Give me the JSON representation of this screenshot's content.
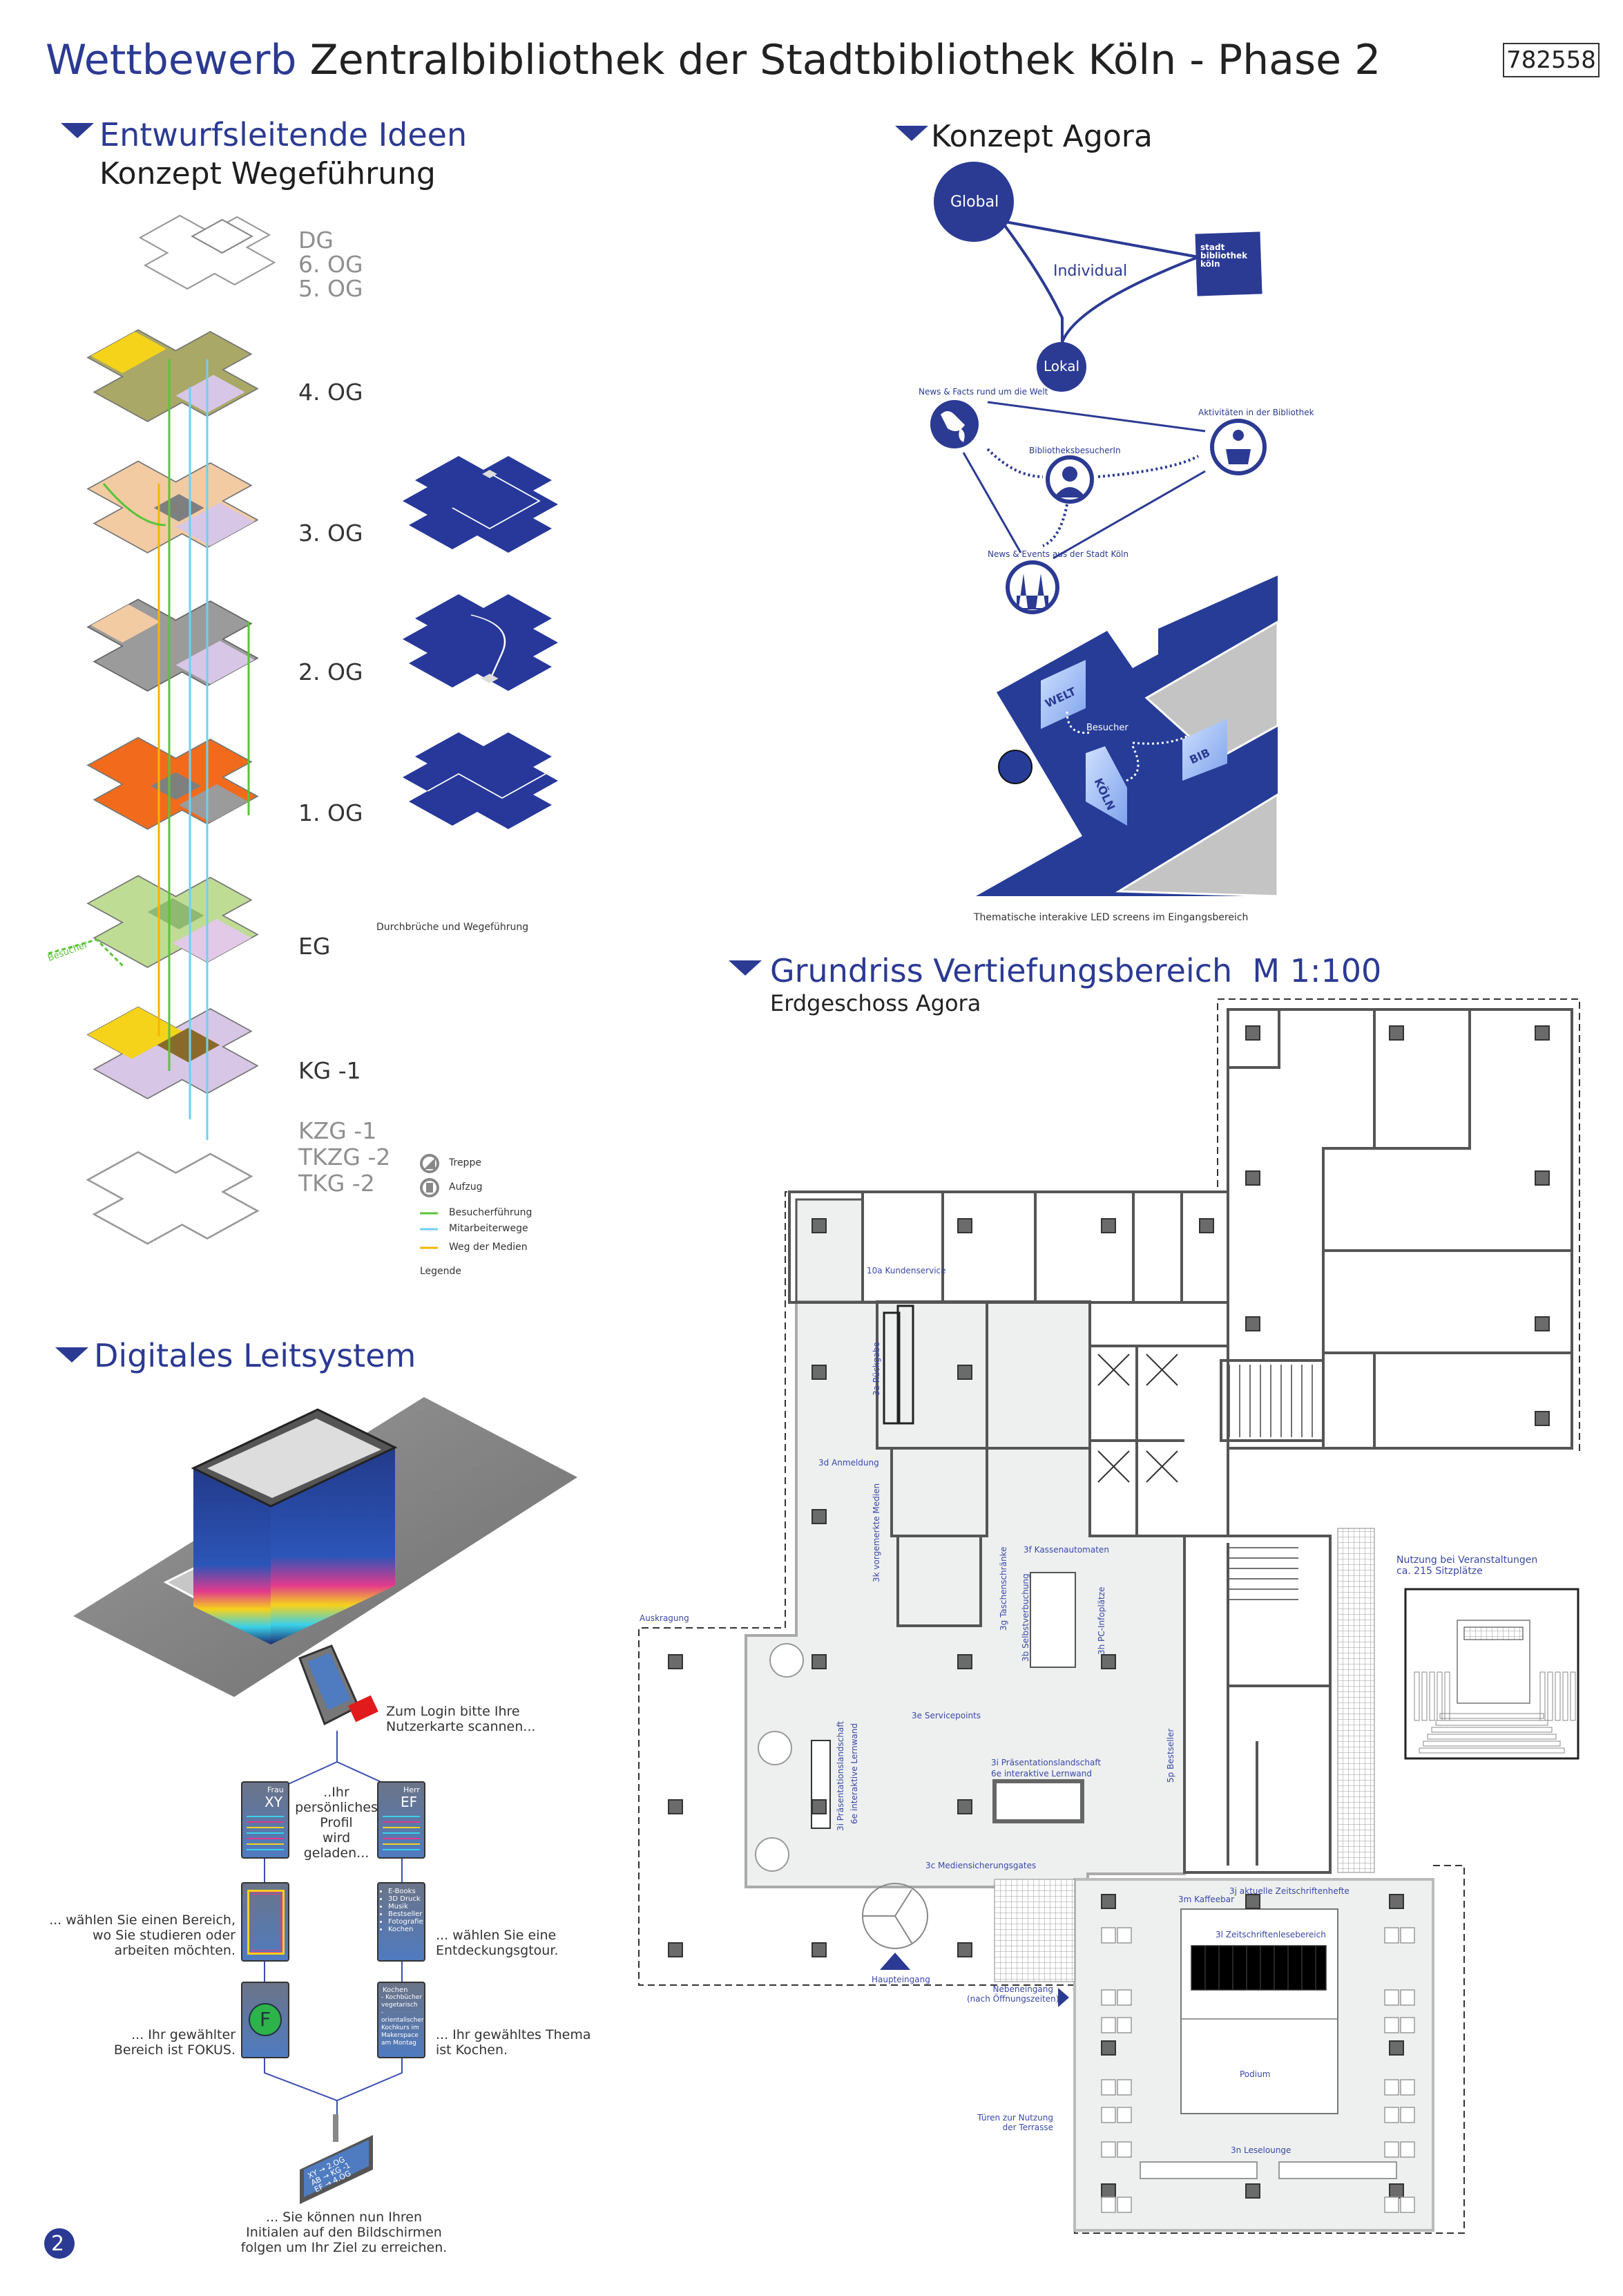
{
  "header": {
    "title_prefix": "Wettbewerb",
    "title_rest": "Zentralbibliothek der Stadtbibliothek Köln - Phase 2",
    "id_number": "782558"
  },
  "wegefuehrung": {
    "heading": "Entwurfsleitende Ideen",
    "subheading": "Konzept Wegeführung",
    "floors": [
      "DG",
      "6. OG",
      "5. OG",
      "4. OG",
      "3. OG",
      "2. OG",
      "1. OG",
      "EG",
      "KG -1",
      "KZG -1",
      "TKZG -2",
      "TKG -2"
    ],
    "side_label": "Besucher",
    "caption": "Durchbrüche und Wegeführung",
    "legend": {
      "items": [
        {
          "icon": "stairs-icon",
          "label": "Treppe"
        },
        {
          "icon": "elevator-icon",
          "label": "Aufzug"
        },
        {
          "color": "#5cc33a",
          "label": "Besucherführung"
        },
        {
          "color": "#6fd0f2",
          "label": "Mitarbeiterwege"
        },
        {
          "color": "#f7b500",
          "label": "Weg der Medien"
        }
      ],
      "title": "Legende"
    }
  },
  "agora": {
    "heading": "Konzept Agora",
    "nodes": {
      "global": "Global",
      "individual": "Individual",
      "lokal": "Lokal",
      "logo": "stadt bibliothek köln"
    },
    "icons": {
      "world": "News & Facts rund um die Welt",
      "visitor": "BibliotheksbesucherIn",
      "activities": "Aktivitäten in der Bibliothek",
      "city": "News & Events aus der Stadt Köln"
    },
    "screens": [
      "WELT",
      "KÖLN",
      "BIB"
    ],
    "visitors": "Besucher",
    "caption": "Thematische interakive LED screens im Eingangsbereich"
  },
  "grundriss": {
    "heading": "Grundriss Vertiefungsbereich",
    "scale": "M 1:100",
    "subheading": "Erdgeschoss Agora",
    "labels": {
      "kundenservice": "10a Kundenservice",
      "rueckgabe": "3a Rückgabe",
      "anmeldung": "3d Anmeldung",
      "vorgemerkt": "3k vorgemerkte Medien",
      "kassen": "3f Kassenautomaten",
      "taschen": "3g Taschenschränke",
      "selbst": "3b Selbstverbuchung",
      "pc": "3h PC-Infoplätze",
      "service": "3e Servicepoints",
      "auskragung": "Auskragung",
      "praes1": "3i Präsentationslandschaft",
      "praes2": "6e interaktive Lernwand",
      "bestseller": "5p Bestseller",
      "gates": "3c Mediensicherungsgates",
      "zeitschriften": "3j aktuelle Zeitschriftenhefte",
      "kaffee": "3m Kaffeebar",
      "lesebereich": "3l Zeitschriftenlesebereich",
      "haupteingang": "Haupteingang",
      "nebeneingang1": "Nebeneingang",
      "nebeneingang2": "(nach Öffnungszeiten)",
      "podium": "Podium",
      "terrasse1": "Türen zur Nutzung",
      "terrasse2": "der Terrasse",
      "leselounge": "3n Leselounge",
      "event1": "Nutzung bei Veranstaltungen",
      "event2": "ca. 215 Sitzplätze"
    }
  },
  "leitsystem": {
    "heading": "Digitales Leitsystem",
    "login": [
      "Zum Login bitte Ihre",
      "Nutzerkarte scannen..."
    ],
    "profile": [
      "..Ihr",
      "persönliches",
      "Profil",
      "wird",
      "geladen..."
    ],
    "card_left": {
      "salutation": "Frau",
      "initials": "XY"
    },
    "card_right": {
      "salutation": "Herr",
      "initials": "EF"
    },
    "choose_area": [
      "... wählen Sie einen Bereich,",
      "wo Sie studieren oder",
      "arbeiten möchten."
    ],
    "choose_tour": [
      "... wählen Sie eine",
      "Entdeckungsgtour."
    ],
    "tour_items": [
      "E-Books",
      "3D Druck",
      "Musik",
      "Bestseller",
      "Fotografie",
      "Kochen"
    ],
    "focus_letter": "F",
    "area_result": [
      "... Ihr gewählter",
      "Bereich ist FOKUS."
    ],
    "topic_card": {
      "title": "Kochen",
      "lines": [
        "- Kochbücher",
        "vegetarisch",
        "- orientalischer",
        "Kochkurs im",
        "Makerspace",
        "am Montag"
      ]
    },
    "topic_result": [
      "... Ihr gewähltes Thema",
      "ist Kochen."
    ],
    "monitor": {
      "initials": [
        "XY",
        "AB",
        "EF"
      ],
      "targets": [
        "2.OG",
        "KG -1",
        "4.OG"
      ]
    },
    "final": [
      "... Sie können nun Ihren",
      "Initialen auf den Bildschirmen",
      "folgen um Ihr Ziel zu erreichen."
    ]
  },
  "page_number": "2",
  "colors": {
    "brand_blue": "#2b3a93",
    "plan_grey": "#eef0f0",
    "column": "#6b6b6b"
  }
}
